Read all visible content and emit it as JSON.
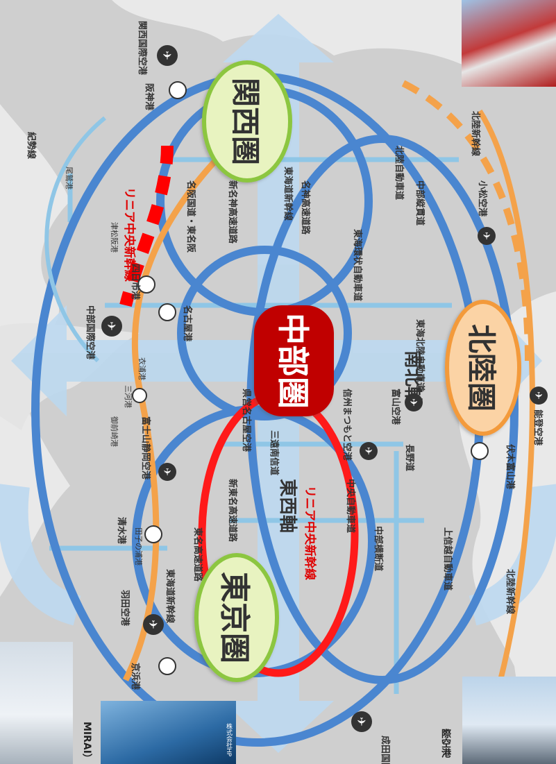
{
  "regions": {
    "tokyo": "東京圏",
    "chubu": "中部圏",
    "kansai": "関西圏",
    "hokuriku": "北陸圏"
  },
  "axes": {
    "east_west": "東西軸",
    "north_south": "南北軸"
  },
  "rail_lines": {
    "linear_chuo_1": "リニア中央新幹線",
    "linear_chuo_2": "リニア中央新幹線",
    "tokaido_shinkansen_east": "東海道新幹線",
    "tokaido_shinkansen_west": "東海道新幹線",
    "hokuriku_shinkansen_east": "北陸新幹線",
    "hokuriku_shinkansen_west": "北陸新幹線",
    "kisei_line": "紀勢線"
  },
  "roads": {
    "joshinetsu": "上信越自動車道",
    "chubu_odan": "中部横断道",
    "chuo_expressway": "中央自動車道",
    "tomei": "東名高速道路",
    "shin_tomei": "新東名高速道路",
    "sanen_nanshin": "三遠南信道",
    "tokai_hokuriku": "東海北陸自動車道",
    "tokai_kanjo": "東海環状自動車道",
    "chubu_jukan": "中部縦貫道",
    "hokuriku_expressway": "北陸自動車道",
    "meishin": "名神高速道路",
    "shin_meishin": "新名神高速道路",
    "meihan": "名阪国道・東名阪",
    "nagano": "長野道"
  },
  "airports": {
    "narita": "成田国際空港",
    "haneda": "羽田空港",
    "shizuoka": "富士山静岡空港",
    "shinshu": "信州まつもと空港",
    "toyama": "富山空港",
    "noto": "能登空港",
    "komatsu": "小松空港",
    "chubu": "中部国際空港",
    "kansai": "関西国際空港",
    "nagoya_pref": "県営名古屋空港"
  },
  "ports": {
    "keihin": "京浜港",
    "tagonoura": "田子の浦港",
    "shimizu": "清水港",
    "omaezaki": "御前崎港",
    "mikawa": "三河港",
    "kinuura": "衣浦港",
    "nagoya": "名古屋港",
    "yokkaichi": "四日市港",
    "tsu_matsusaka": "津松阪港",
    "owase": "尾鷲港",
    "hanshin": "阪神港",
    "fushiki_toyama": "伏木富山港"
  },
  "photo_captions": {
    "mirai": "MIRAI）",
    "hp_credit": "株式会社HP",
    "airport_fragment": "際空港"
  },
  "colors": {
    "tokyo_fill": "#e8f3c0",
    "tokyo_stroke": "#8cc63f",
    "chubu_fill": "#c00000",
    "hokuriku_fill": "#fbd3a5",
    "hokuriku_stroke": "#f39a3b",
    "linear": "#ff0000",
    "tokaido": "#f4a24a",
    "expressway": "#4a86d0",
    "regional_road": "#8fc6e6",
    "land": "#c9c9c9",
    "sea": "#e6e6e6",
    "corridor": "#b9d6ec"
  }
}
